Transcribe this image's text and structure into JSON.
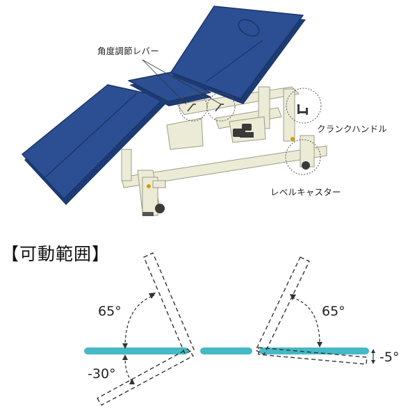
{
  "labels": {
    "angle_lever": "角度調節レバー",
    "crank_handle": "クランクハンドル",
    "level_caster": "レベルキャスター"
  },
  "range_section": {
    "title": "【可動範囲】",
    "left_up_angle": "65°",
    "left_down_angle": "-30°",
    "right_up_angle": "65°",
    "right_down_angle": "-5°"
  },
  "colors": {
    "upholstery": "#2c4f93",
    "upholstery_dark": "#1d3a73",
    "frame": "#ecebd6",
    "board": "#45b9c5",
    "dashed": "#333333"
  }
}
